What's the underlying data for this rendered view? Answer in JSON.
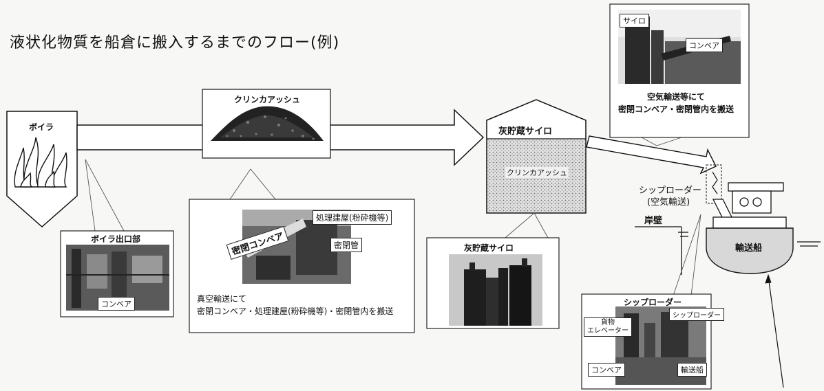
{
  "title": "液状化物質を船倉に搬入するまでのフロー(例)",
  "boiler": {
    "label": "ボイラ"
  },
  "clinker": {
    "label": "クリンカアッシュ"
  },
  "silo": {
    "label": "灰貯蔵サイロ",
    "content": "クリンカアッシュ"
  },
  "ship": {
    "loader_label": "シップローダー",
    "loader_sub": "(空気輸送)",
    "quay": "岸壁",
    "ship": "輸送船"
  },
  "callouts": {
    "boiler_exit": {
      "title": "ボイラ出口部",
      "tag_conveyor": "コンベア"
    },
    "vacuum": {
      "tag_sealed_conveyor": "密閉コンベア",
      "tag_building": "処理建屋(粉砕機等)",
      "tag_pipe": "密閉管",
      "caption_line1": "真空輸送にて",
      "caption_line2": "密閉コンベア・処理建屋(粉砕機等)・密閉管内を搬送"
    },
    "silo_photo": {
      "title": "灰貯蔵サイロ"
    },
    "air": {
      "tag_silo": "サイロ",
      "tag_conveyor": "コンベア",
      "caption_line1": "空気輸送等にて",
      "caption_line2": "密閉コンベア・密閉管内を搬送"
    },
    "loader_photo": {
      "title": "シップローダー",
      "tag_cargo1": "貨物",
      "tag_cargo2": "エレベーター",
      "tag_loader": "シップローダー",
      "tag_conveyor": "コンベア",
      "tag_ship": "輸送船"
    }
  }
}
